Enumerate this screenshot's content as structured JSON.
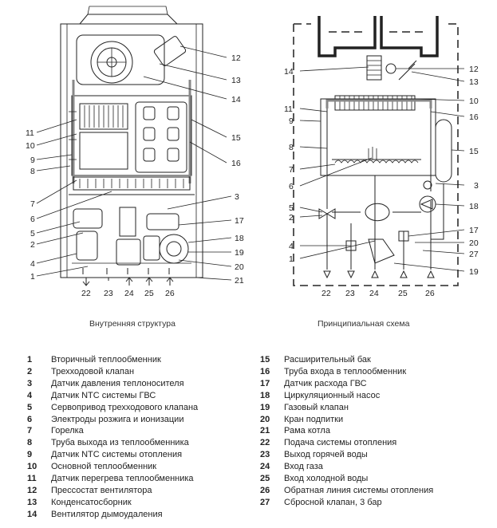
{
  "captions": {
    "left": "Внутренняя структура",
    "right": "Принципиальная схема"
  },
  "left_callouts": {
    "right_side": [
      "12",
      "13",
      "14",
      "15",
      "16",
      "3",
      "17",
      "18",
      "19",
      "20",
      "21"
    ],
    "left_side": [
      "11",
      "10",
      "9",
      "8",
      "7",
      "6",
      "5",
      "2",
      "4",
      "1"
    ],
    "bottom": [
      "22",
      "23",
      "24",
      "25",
      "26"
    ]
  },
  "right_callouts": {
    "right_side": [
      "12",
      "13",
      "10",
      "16",
      "15",
      "3",
      "18",
      "17",
      "20",
      "27",
      "19"
    ],
    "left_side": [
      "14",
      "11",
      "9",
      "8",
      "7",
      "6",
      "5",
      "2",
      "4",
      "1"
    ],
    "bottom": [
      "22",
      "23",
      "24",
      "25",
      "26"
    ]
  },
  "legend": {
    "left_column": [
      {
        "num": "1",
        "text": "Вторичный теплообменник"
      },
      {
        "num": "2",
        "text": "Трехходовой клапан"
      },
      {
        "num": "3",
        "text": "Датчик давления теплоносителя"
      },
      {
        "num": "4",
        "text": "Датчик NTC системы ГВС"
      },
      {
        "num": "5",
        "text": "Сервопривод трехходового клапана"
      },
      {
        "num": "6",
        "text": "Электроды розжига и ионизации"
      },
      {
        "num": "7",
        "text": "Горелка"
      },
      {
        "num": "8",
        "text": "Труба выхода из теплообменника"
      },
      {
        "num": "9",
        "text": "Датчик NTC системы отопления"
      },
      {
        "num": "10",
        "text": "Основной теплообменник"
      },
      {
        "num": "11",
        "text": "Датчик перегрева теплообменника"
      },
      {
        "num": "12",
        "text": "Прессостат вентилятора"
      },
      {
        "num": "13",
        "text": "Конденсатосборник"
      },
      {
        "num": "14",
        "text": "Вентилятор дымоудаления"
      }
    ],
    "right_column": [
      {
        "num": "15",
        "text": "Расширительный бак"
      },
      {
        "num": "16",
        "text": "Труба входа в теплообменник"
      },
      {
        "num": "17",
        "text": "Датчик расхода ГВС"
      },
      {
        "num": "18",
        "text": "Циркуляционный насос"
      },
      {
        "num": "19",
        "text": "Газовый клапан"
      },
      {
        "num": "20",
        "text": "Кран подпитки"
      },
      {
        "num": "21",
        "text": "Рама котла"
      },
      {
        "num": "22",
        "text": "Подача системы отопления"
      },
      {
        "num": "23",
        "text": "Выход горячей воды"
      },
      {
        "num": "24",
        "text": "Вход газа"
      },
      {
        "num": "25",
        "text": "Вход холодной воды"
      },
      {
        "num": "26",
        "text": "Обратная линия системы отопления"
      },
      {
        "num": "27",
        "text": "Сбросной клапан, 3 бар"
      }
    ]
  }
}
